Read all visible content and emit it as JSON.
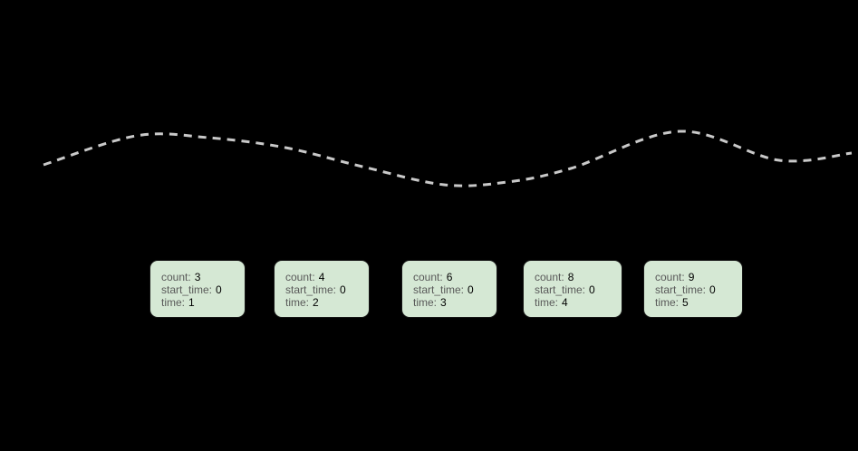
{
  "canvas": {
    "background_color": "#000000"
  },
  "curve": {
    "description": "dashed-wavy-trend-line",
    "color": "#c9c9c9",
    "stroke_width": 3,
    "dash_pattern": "9 7",
    "points": [
      [
        48,
        182
      ],
      [
        150,
        150
      ],
      [
        230,
        152
      ],
      [
        315,
        163
      ],
      [
        400,
        184
      ],
      [
        490,
        204
      ],
      [
        560,
        201
      ],
      [
        630,
        186
      ],
      [
        750,
        145
      ],
      [
        860,
        177
      ],
      [
        940,
        169
      ]
    ]
  },
  "node_style": {
    "fill": "#d5e8d4",
    "border_color": "#161616",
    "label_color": "#595959",
    "value_color": "#000000"
  },
  "nodes": [
    {
      "fields": [
        {
          "label": "count:",
          "value": "3"
        },
        {
          "label": "start_time:",
          "value": "0"
        },
        {
          "label": "time:",
          "value": "1"
        }
      ]
    },
    {
      "fields": [
        {
          "label": "count:",
          "value": "4"
        },
        {
          "label": "start_time:",
          "value": "0"
        },
        {
          "label": "time:",
          "value": "2"
        }
      ]
    },
    {
      "fields": [
        {
          "label": "count:",
          "value": "6"
        },
        {
          "label": "start_time:",
          "value": "0"
        },
        {
          "label": "time:",
          "value": "3"
        }
      ]
    },
    {
      "fields": [
        {
          "label": "count:",
          "value": "8"
        },
        {
          "label": "start_time:",
          "value": "0"
        },
        {
          "label": "time:",
          "value": "4"
        }
      ]
    },
    {
      "fields": [
        {
          "label": "count:",
          "value": "9"
        },
        {
          "label": "start_time:",
          "value": "0"
        },
        {
          "label": "time:",
          "value": "5"
        }
      ]
    }
  ]
}
